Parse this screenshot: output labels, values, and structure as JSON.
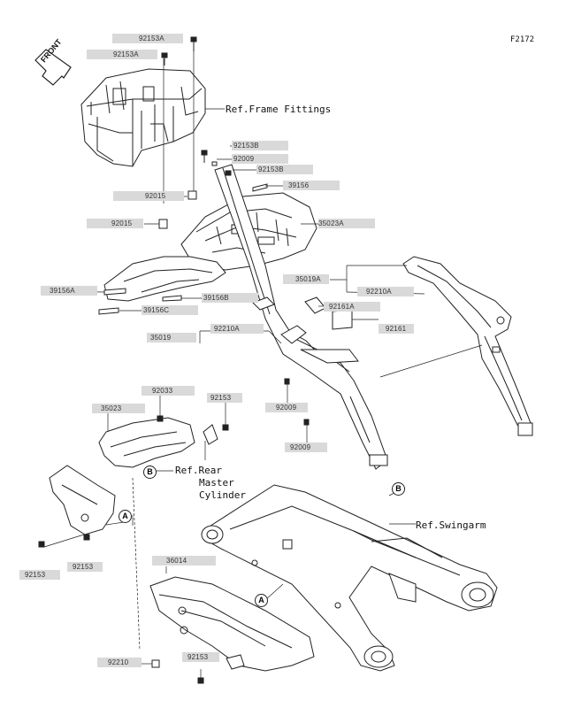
{
  "diagram_code": "F2172",
  "front_label": "FRONT",
  "refs": {
    "frame_fittings": "Ref.Frame Fittings",
    "rear_master_line1": "Ref.Rear",
    "rear_master_line2": "Master",
    "rear_master_line3": "Cylinder",
    "swingarm": "Ref.Swingarm"
  },
  "callouts": {
    "A": "A",
    "B": "B"
  },
  "parts": [
    {
      "id": "p92153A_1",
      "text": "92153A"
    },
    {
      "id": "p92153A_2",
      "text": "92153A"
    },
    {
      "id": "p92015_1",
      "text": "92015"
    },
    {
      "id": "p92015_2",
      "text": "92015"
    },
    {
      "id": "p92153B_1",
      "text": "92153B"
    },
    {
      "id": "p92009_1",
      "text": "92009"
    },
    {
      "id": "p92153B_2",
      "text": "92153B"
    },
    {
      "id": "p39156",
      "text": "39156"
    },
    {
      "id": "p35023A",
      "text": "35023A"
    },
    {
      "id": "p35019A",
      "text": "35019A"
    },
    {
      "id": "p92210A_1",
      "text": "92210A"
    },
    {
      "id": "p39156A",
      "text": "39156A"
    },
    {
      "id": "p39156B",
      "text": "39156B"
    },
    {
      "id": "p39156C",
      "text": "39156C"
    },
    {
      "id": "p92161A",
      "text": "92161A"
    },
    {
      "id": "p92161",
      "text": "92161"
    },
    {
      "id": "p35019",
      "text": "35019"
    },
    {
      "id": "p92210A_2",
      "text": "92210A"
    },
    {
      "id": "p92033",
      "text": "92033"
    },
    {
      "id": "p35023",
      "text": "35023"
    },
    {
      "id": "p92153_1",
      "text": "92153"
    },
    {
      "id": "p92009_2",
      "text": "92009"
    },
    {
      "id": "p92009_3",
      "text": "92009"
    },
    {
      "id": "p92153_2",
      "text": "92153"
    },
    {
      "id": "p92153_3",
      "text": "92153"
    },
    {
      "id": "p36014",
      "text": "36014"
    },
    {
      "id": "p92210",
      "text": "92210"
    },
    {
      "id": "p92153_4",
      "text": "92153"
    }
  ]
}
